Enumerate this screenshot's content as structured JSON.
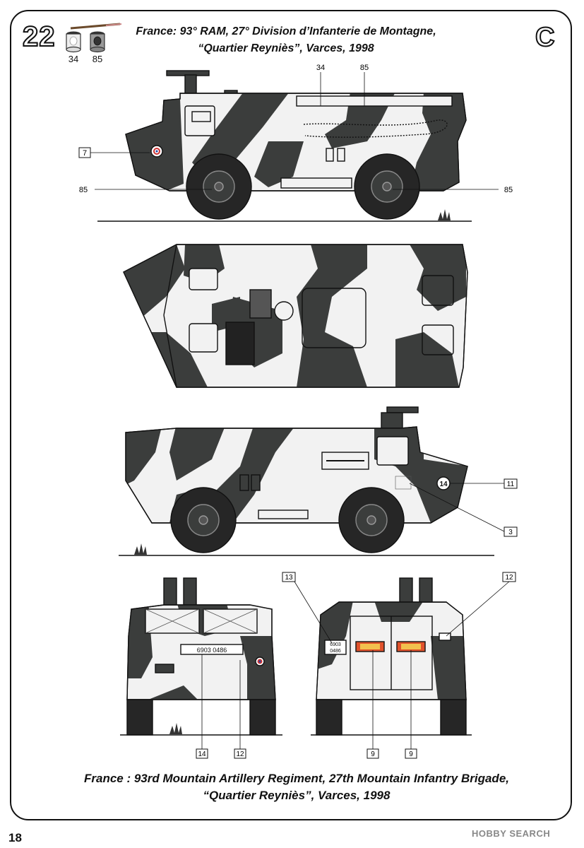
{
  "header": {
    "plate_number": "22",
    "paints": [
      "34",
      "85"
    ],
    "title_line1": "France: 93° RAM, 27° Division d’Infanterie de Montagne,",
    "title_line2": "“Quartier Reyniès”, Varces, 1998",
    "scheme_letter": "C"
  },
  "callouts": {
    "paint_34": "34",
    "paint_85_top": "85",
    "paint_85_left": "85",
    "paint_85_right": "85",
    "decal_7": "7",
    "decal_11": "11",
    "decal_3": "3",
    "decal_13": "13",
    "decal_12_rear": "12",
    "decal_14": "14",
    "decal_12_front": "12",
    "decal_9_left": "9",
    "decal_9_right": "9"
  },
  "markings": {
    "front_plate": "6903 0486",
    "rear_plate_line1": "6903",
    "rear_plate_line2": "0486",
    "unit_badge": "14"
  },
  "caption": {
    "line1": "France : 93rd Mountain Artillery Regiment, 27th Mountain Infantry Brigade,",
    "line2": "“Quartier Reyniès”, Varces, 1998"
  },
  "page_number": "18",
  "watermark": "HOBBY SEARCH",
  "colors": {
    "paint_34": "#f2f2f2",
    "paint_85": "#3b3d3c",
    "tyre": "#262626",
    "outline": "#111111"
  }
}
